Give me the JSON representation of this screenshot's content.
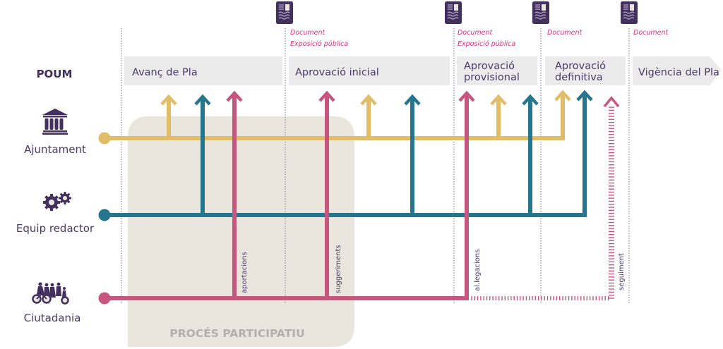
{
  "title": "POUM",
  "colors": {
    "ajuntament": "#e2bd68",
    "equip_redactor": "#24758d",
    "ciutadania": "#c7567f",
    "doc_note": "#e0307a",
    "stage_bg": "#ebebeb",
    "panel_bg": "#ebe6dd",
    "text_dark": "#3d2e5c",
    "icon": "#44305f"
  },
  "actors": [
    {
      "id": "ajuntament",
      "label": "Ajuntament",
      "icon": "town-hall-icon"
    },
    {
      "id": "equip_redactor",
      "label": "Equip redactor",
      "icon": "gears-icon"
    },
    {
      "id": "ciutadania",
      "label": "Ciutadania",
      "icon": "citizens-icon"
    }
  ],
  "stages": [
    {
      "label_lines": [
        "Avanç de Pla"
      ]
    },
    {
      "label_lines": [
        "Aprovació inicial"
      ]
    },
    {
      "label_lines": [
        "Aprovació",
        "provisional"
      ]
    },
    {
      "label_lines": [
        "Aprovació",
        "definitiva"
      ]
    },
    {
      "label_lines": [
        "Vigència del Pla"
      ]
    }
  ],
  "milestones": [
    {
      "icon": "document-icon",
      "notes": [
        "Document",
        "Exposició pública"
      ]
    },
    {
      "icon": "document-icon",
      "notes": [
        "Document",
        "Exposició pública"
      ]
    },
    {
      "icon": "document-icon",
      "notes": [
        "Document"
      ]
    },
    {
      "icon": "document-icon",
      "notes": [
        "Document"
      ]
    }
  ],
  "flow_labels": {
    "aportacions": "aportacions",
    "suggeriments": "suggeriments",
    "allegacions": "al.legacions",
    "seguiment": "seguiment"
  },
  "participation_panel": {
    "label": "PROCÉS PARTICIPATIU"
  }
}
